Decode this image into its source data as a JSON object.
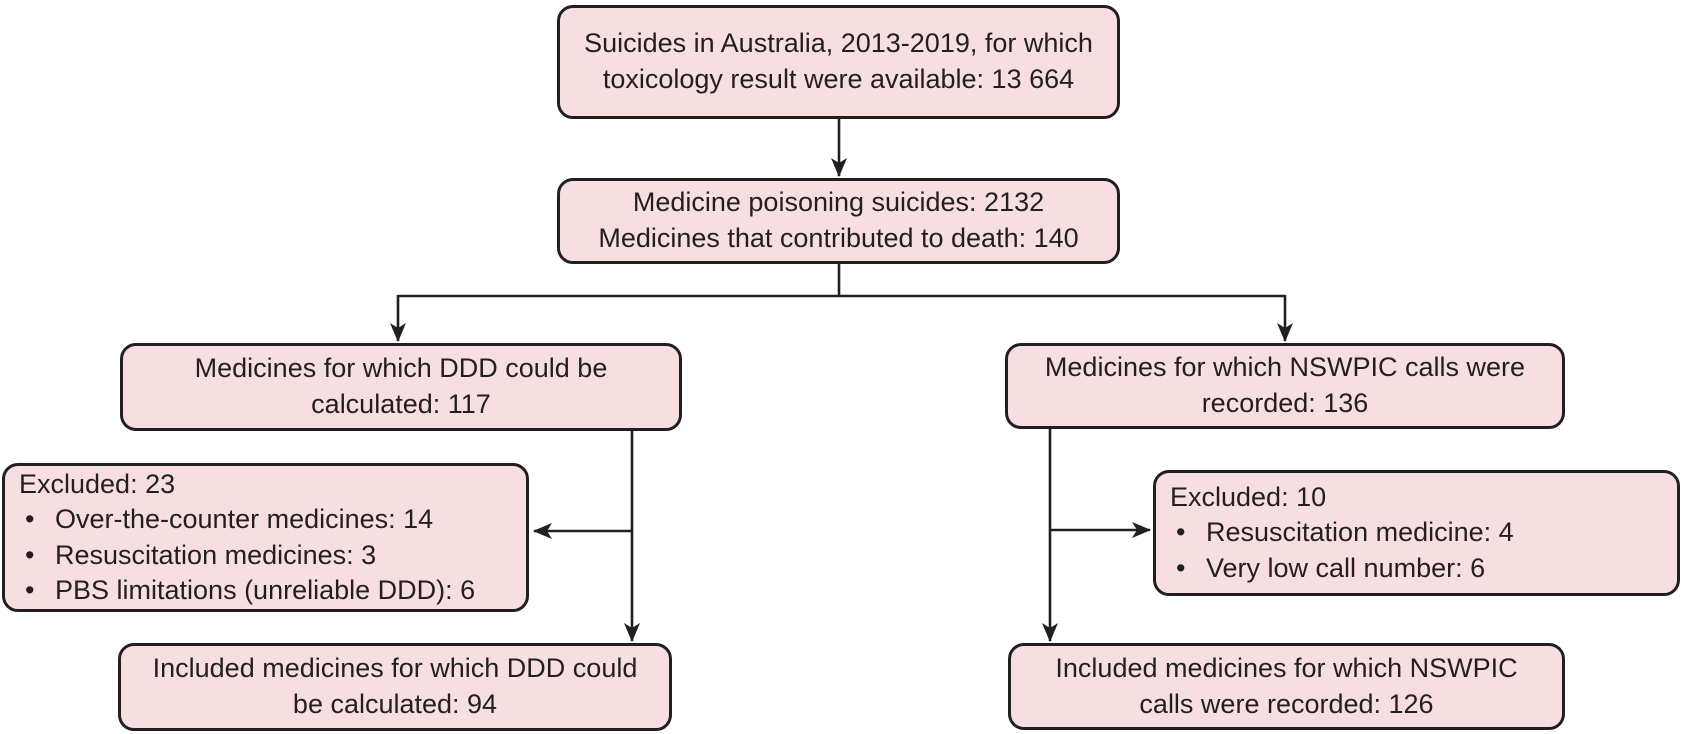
{
  "colors": {
    "box_fill": "#f7dee1",
    "box_border": "#231f20",
    "connector": "#231f20",
    "text": "#231f20",
    "background": "#ffffff"
  },
  "nodes": {
    "total_suicides": {
      "text": "Suicides in Australia, 2013-2019, for which toxicology result were available: 13 664"
    },
    "medicine_poisoning": {
      "line1": "Medicine poisoning suicides: 2132",
      "line2": "Medicines that contributed to death: 140"
    },
    "ddd_calculated": {
      "text": "Medicines for which DDD could be calculated: 117"
    },
    "nswpic_recorded": {
      "text": "Medicines for which NSWPIC calls were recorded: 136"
    },
    "excluded_ddd": {
      "title": "Excluded: 23",
      "items": [
        "Over-the-counter medicines: 14",
        "Resuscitation medicines: 3",
        "PBS limitations (unreliable DDD): 6"
      ]
    },
    "excluded_nswpic": {
      "title": "Excluded: 10",
      "items": [
        "Resuscitation medicine: 4",
        "Very low call number: 6"
      ]
    },
    "included_ddd": {
      "text": "Included medicines for which DDD could be calculated: 94"
    },
    "included_nswpic": {
      "text": "Included medicines for which NSWPIC calls were recorded: 126"
    }
  }
}
